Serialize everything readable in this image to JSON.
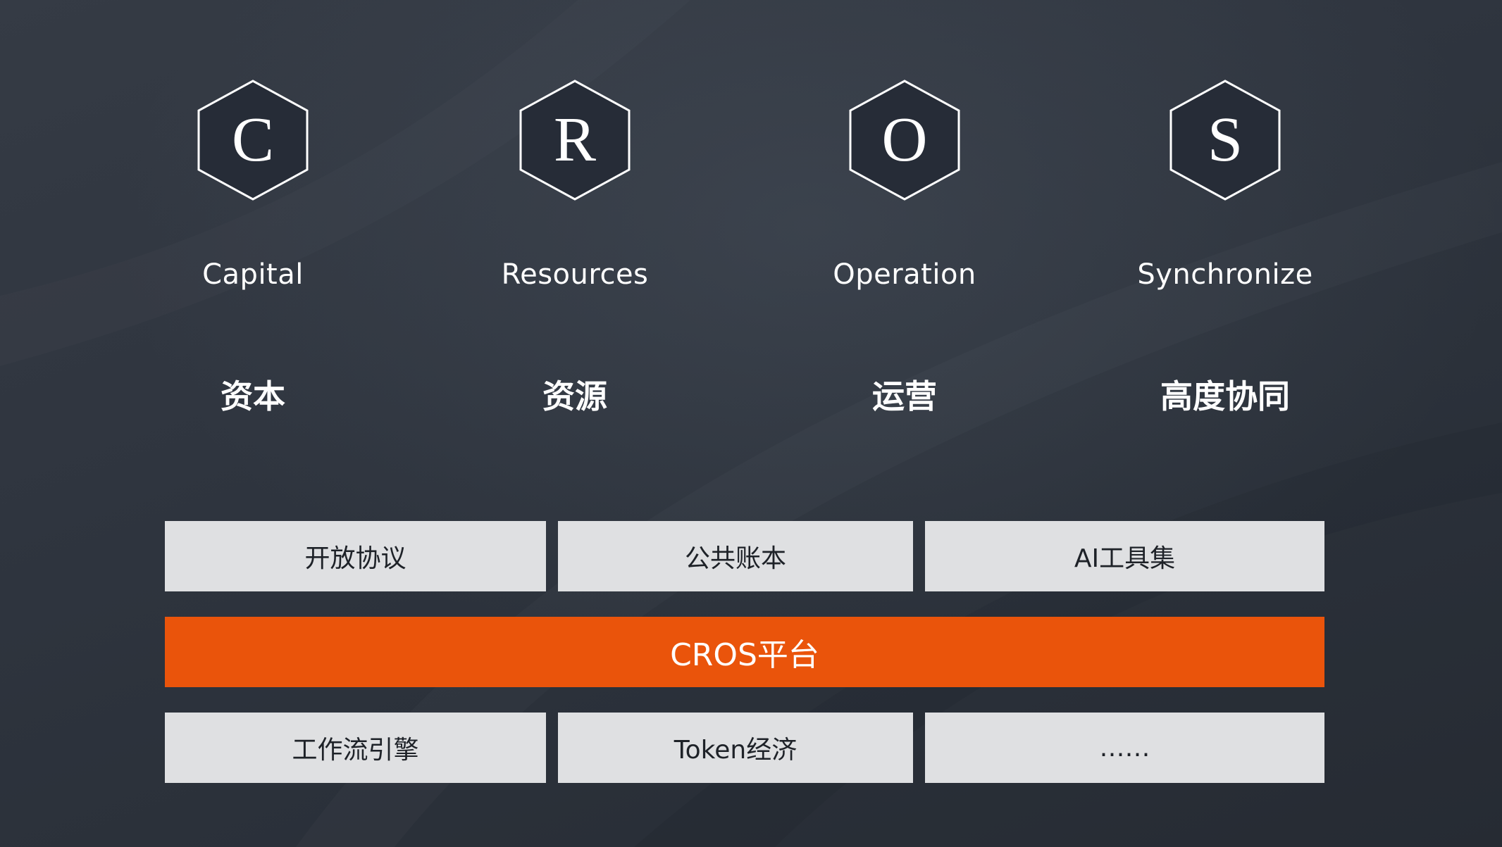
{
  "pillars": [
    {
      "letter": "C",
      "en": "Capital",
      "cn": "资本"
    },
    {
      "letter": "R",
      "en": "Resources",
      "cn": "资源"
    },
    {
      "letter": "O",
      "en": "Operation",
      "cn": "运营"
    },
    {
      "letter": "S",
      "en": "Synchronize",
      "cn": "高度协同"
    }
  ],
  "top_row": [
    "开放协议",
    "公共账本",
    "AI工具集"
  ],
  "platform": {
    "label": "CROS平台"
  },
  "bottom_row": [
    "工作流引擎",
    "Token经济",
    "……"
  ],
  "colors": {
    "background": "#2f353f",
    "hexagon_fill": "#262c37",
    "hexagon_stroke": "#ffffff",
    "platform": "#ea540b",
    "box": "#dfe0e2"
  }
}
